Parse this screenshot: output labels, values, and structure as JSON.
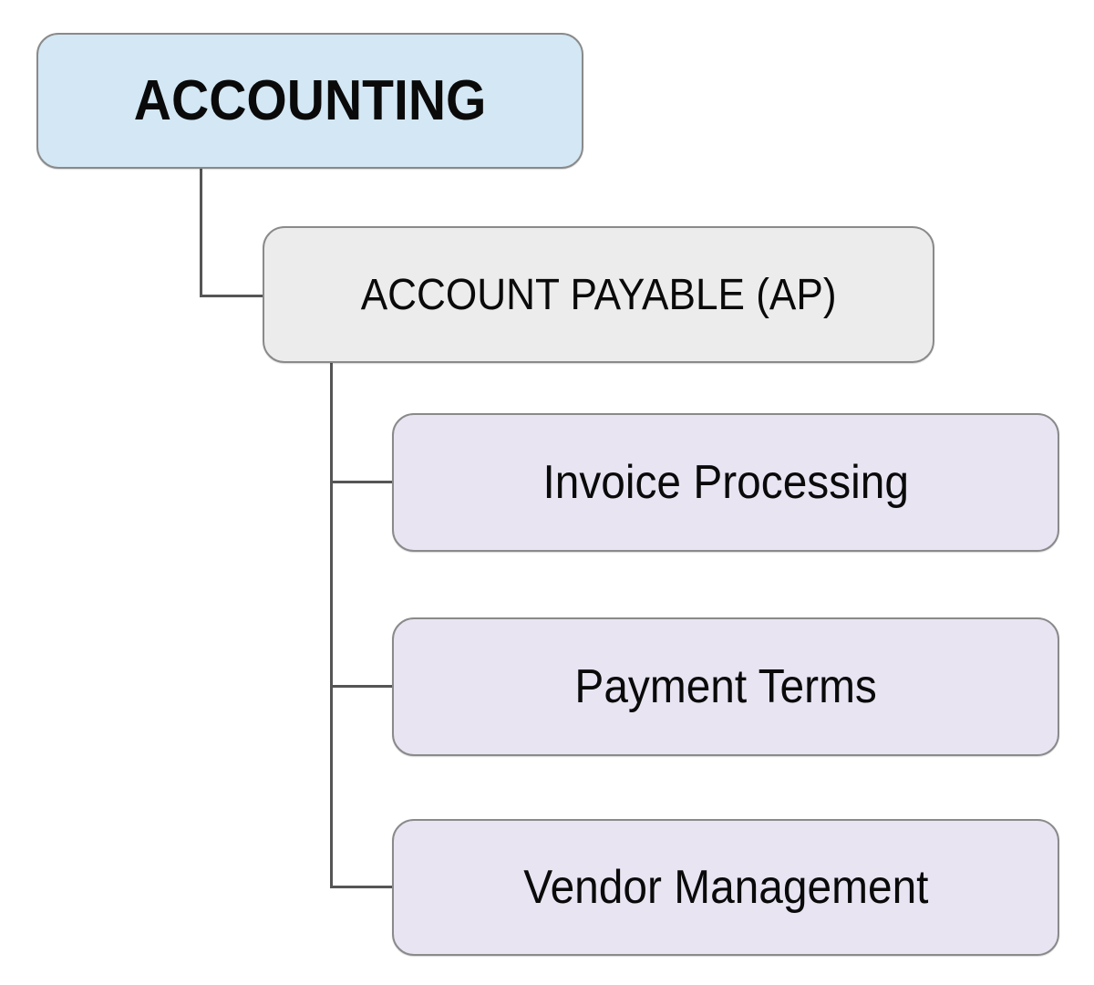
{
  "diagram": {
    "type": "tree",
    "nodes": [
      {
        "id": "accounting",
        "label": "ACCOUNTING",
        "level": 1,
        "fill": "#d3e7f4",
        "parent": null
      },
      {
        "id": "account-payable",
        "label": "ACCOUNT PAYABLE (AP)",
        "level": 2,
        "fill": "#ececec",
        "parent": "accounting"
      },
      {
        "id": "invoice-processing",
        "label": "Invoice Processing",
        "level": 3,
        "fill": "#e8e4f2",
        "parent": "account-payable"
      },
      {
        "id": "payment-terms",
        "label": "Payment Terms",
        "level": 3,
        "fill": "#e8e4f2",
        "parent": "account-payable"
      },
      {
        "id": "vendor-management",
        "label": "Vendor Management",
        "level": 3,
        "fill": "#e8e4f2",
        "parent": "account-payable"
      }
    ],
    "colors": {
      "node_border": "#8a8a8a",
      "connector": "#555555",
      "text": "#0a0a0a",
      "background": "#ffffff"
    }
  }
}
